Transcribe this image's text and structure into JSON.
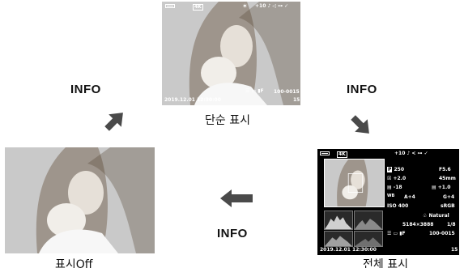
{
  "captions": {
    "simple": "단순 표시",
    "off": "표시Off",
    "overall": "전체 표시"
  },
  "info_labels": {
    "left": "INFO",
    "right": "INFO",
    "bottom": "INFO"
  },
  "simple_screen": {
    "rec_badge": "4K",
    "top_right": "+10 ♪ ◁ ⊶ ✓",
    "bottom_left": "2019.12.01 12:30:00",
    "bottom_mid": "100-0015",
    "bottom_right": "15"
  },
  "overall_screen": {
    "top_right": "+10 ♪ < ⊶ ✓",
    "rows": [
      {
        "left": "250",
        "right": "F5.6"
      },
      {
        "left": "+2.0",
        "right": "45mm"
      },
      {
        "left": "-18",
        "right": "+1.0"
      },
      {
        "left": "A+4",
        "right": "G+4"
      },
      {
        "left": "ISO 400",
        "right": "sRGB"
      }
    ],
    "natural": "Natural",
    "resolution": "5184×3888",
    "frame": "1/8",
    "file": "100-0015",
    "date": "2019.12.01  12:30:00",
    "number": "15"
  },
  "colors": {
    "arrow": "#4a4a4a",
    "screen_bg": "#000000",
    "frame_line": "#ffffff"
  }
}
